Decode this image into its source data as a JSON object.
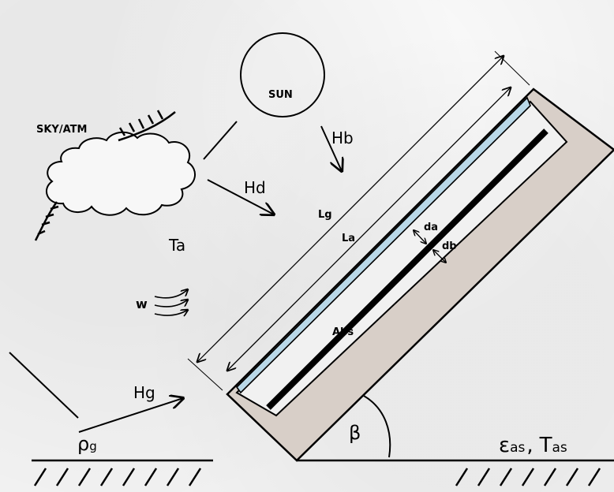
{
  "labels": {
    "sky": "SKY/ATM",
    "sun": "SUN",
    "hb": "Hb",
    "hd": "Hd",
    "ta": "Ta",
    "wind": "w",
    "hg": "Hg",
    "lg": "Lg",
    "la": "La",
    "da": "da",
    "db": "db",
    "abs": "Abs",
    "beta": "β",
    "rho": "ρ",
    "rho_sub": "g",
    "eps": "ε",
    "eps_sub": "as",
    "comma": ",",
    "t": "T",
    "t_sub": "as"
  },
  "colors": {
    "ink": "#000000",
    "glass": "#b9d8e8",
    "insulation": "#d8cfc8",
    "background": "#f1f1f1"
  }
}
